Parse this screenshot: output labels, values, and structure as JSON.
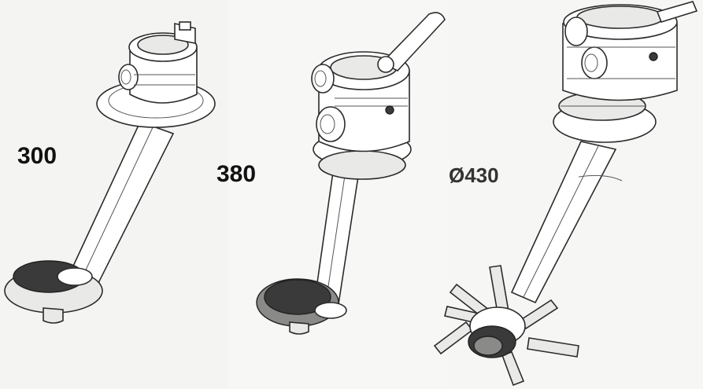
{
  "labels": {
    "size_1": "300",
    "size_2": "380",
    "size_3": "Ø430"
  }
}
